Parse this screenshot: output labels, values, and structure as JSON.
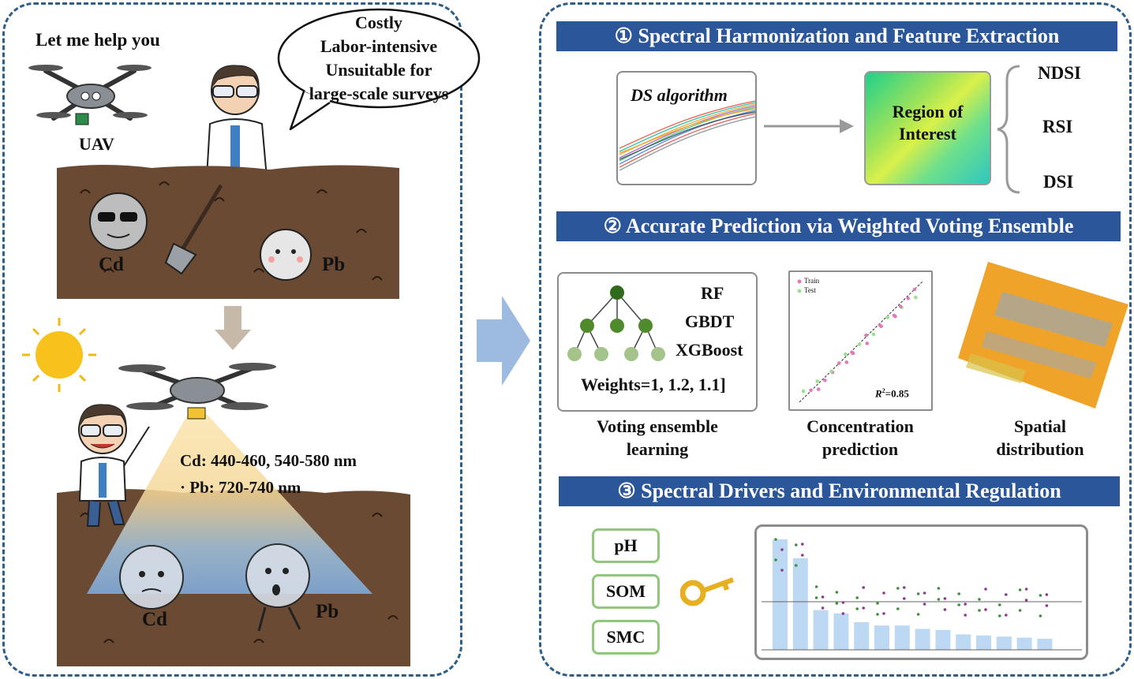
{
  "left_panel": {
    "drone_speech": "Let me help you",
    "uav_label": "UAV",
    "bubble_lines": [
      "Costly",
      "Labor-intensive",
      "Unsuitable for",
      "large-scale surveys"
    ],
    "soil_top": {
      "metal_a": "Cd",
      "metal_b": "Pb"
    },
    "bands": {
      "cd": "Cd: 440-460, 540-580 nm",
      "pb": "· Pb:  720-740 nm"
    },
    "soil_bottom": {
      "metal_a": "Cd",
      "metal_b": "Pb"
    }
  },
  "section1": {
    "title": "① Spectral Harmonization and Feature Extraction",
    "algo_label": "DS algorithm",
    "roi_label": [
      "Region of",
      "Interest"
    ],
    "indices": [
      "NDSI",
      "RSI",
      "DSI"
    ]
  },
  "section2": {
    "title": "② Accurate Prediction via Weighted Voting Ensemble",
    "models": [
      "RF",
      "GBDT",
      "XGBoost"
    ],
    "weights": "Weights=1, 1.2, 1.1]",
    "legend": [
      "Train",
      "Test"
    ],
    "r2_prefix": "R",
    "r2_value": "=0.85",
    "captions": [
      [
        "Voting ensemble",
        "learning"
      ],
      [
        "Concentration",
        "prediction"
      ],
      [
        "Spatial",
        "distribution"
      ]
    ]
  },
  "section3": {
    "title": "③ Spectral Drivers and Environmental Regulation",
    "factors": [
      "pH",
      "SOM",
      "SMC"
    ],
    "importance": [
      1.0,
      0.83,
      0.36,
      0.33,
      0.25,
      0.22,
      0.22,
      0.19,
      0.18,
      0.14,
      0.13,
      0.12,
      0.11,
      0.1
    ]
  },
  "colors": {
    "banner": "#2b579a",
    "panel_border": "#2e5f8a",
    "arrow": "#9dbbe0",
    "soil": "#6b4a33",
    "tree_dark": "#4f8a2c",
    "tree_light": "#a5c48c",
    "key": "#e6b020"
  }
}
